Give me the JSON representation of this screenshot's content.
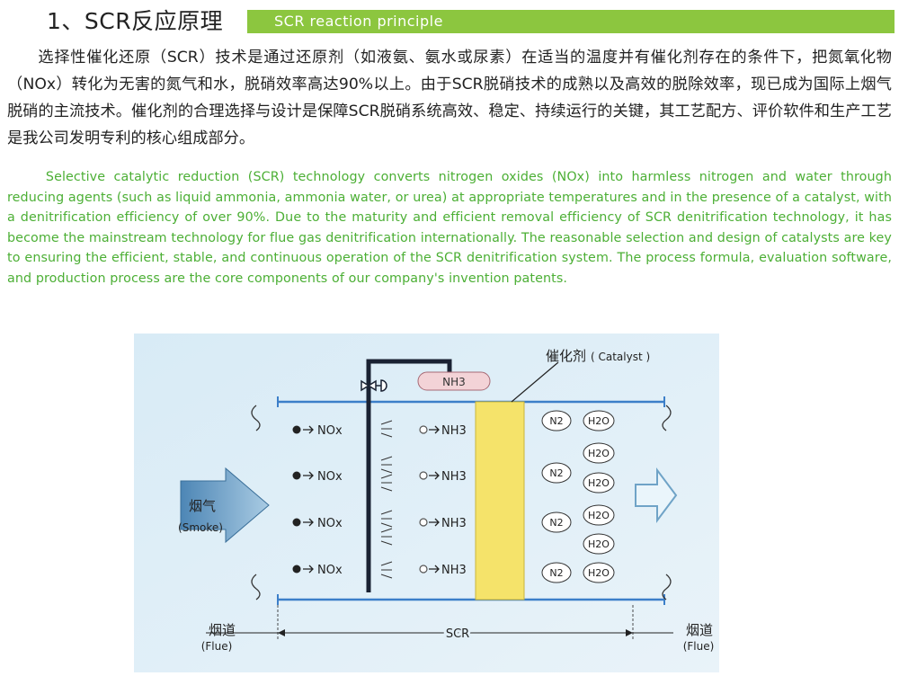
{
  "header": {
    "section_title": "1、SCR反应原理",
    "bar_title": "SCR reaction principle"
  },
  "body": {
    "chinese_paragraph": "选择性催化还原（SCR）技术是通过还原剂（如液氨、氨水或尿素）在适当的温度并有催化剂存在的条件下，把氮氧化物（NOx）转化为无害的氮气和水，脱硝效率高达90%以上。由于SCR脱硝技术的成熟以及高效的脱除效率，现已成为国际上烟气脱硝的主流技术。催化剂的合理选择与设计是保障SCR脱硝系统高效、稳定、持续运行的关键，其工艺配方、评价软件和生产工艺是我公司发明专利的核心组成部分。",
    "english_paragraph": "Selective catalytic reduction (SCR) technology converts nitrogen oxides (NOx) into harmless nitrogen and water through reducing agents (such as liquid ammonia, ammonia water, or urea) at appropriate temperatures and in the presence of a catalyst, with a denitrification efficiency of over 90%. Due to the maturity and efficient removal efficiency of SCR denitrification technology, it has become the mainstream technology for flue gas denitrification internationally. The reasonable selection and design of catalysts are key to ensuring the efficient, stable, and continuous operation of the SCR denitrification system. The process formula, evaluation software, and production process are the core components of our company's invention patents."
  },
  "diagram": {
    "catalyst_label_zh": "催化剂",
    "catalyst_label_en": "( Catalyst )",
    "nh3_tank": "NH3",
    "nox_label": "NOx",
    "nh3_label": "NH3",
    "n2_label": "N2",
    "h2o_label": "H2O",
    "smoke_zh": "烟气",
    "smoke_en": "(Smoke)",
    "flue_left_zh": "烟道",
    "flue_left_en": "(Flue)",
    "flue_right_zh": "烟道",
    "flue_right_en": "(Flue)",
    "scr_label": "SCR",
    "colors": {
      "accent_green": "#8cc63f",
      "text_green": "#4caf35",
      "diagram_bg": "#dfeef7",
      "catalyst_yellow": "#f5e36a",
      "duct_blue": "#3c7fc9",
      "arrow_blue": "#6fa3c7"
    }
  }
}
